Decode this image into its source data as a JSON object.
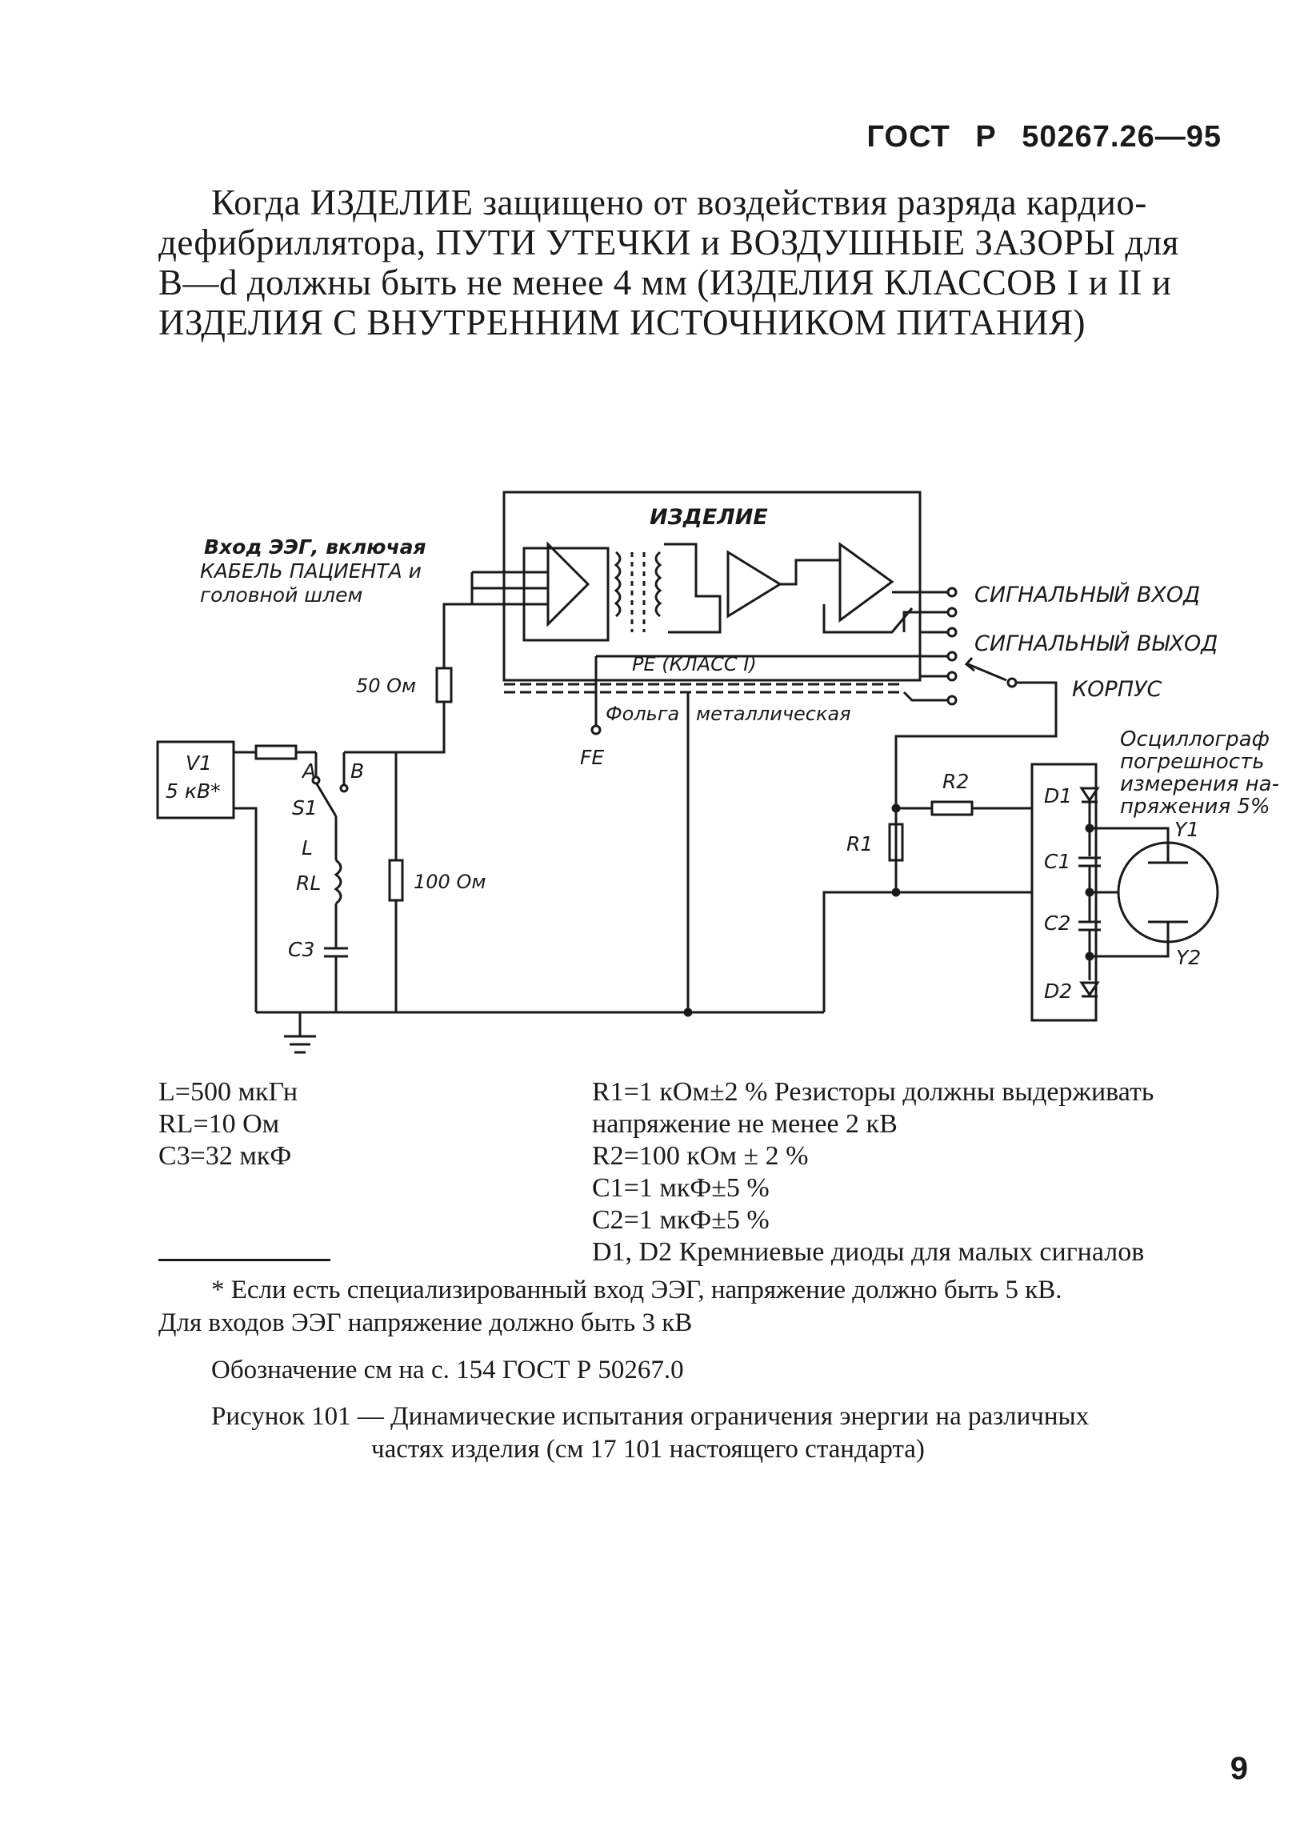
{
  "header": {
    "standard": "ГОСТ  Р  50267.26—95"
  },
  "intro": {
    "line1": "Когда ИЗДЕЛИЕ защищено от воздействия разряда кардио-",
    "line2": "дефибриллятора, ПУТИ УТЕЧКИ и ВОЗДУШНЫЕ ЗАЗОРЫ для",
    "line3": "B—d должны быть не менее 4 мм (ИЗДЕЛИЯ КЛАССОВ I и II и",
    "line4": "ИЗДЕЛИЯ С ВНУТРЕННИМ ИСТОЧНИКОМ ПИТАНИЯ)"
  },
  "diagram": {
    "device_label": "ИЗДЕЛИЕ",
    "eeg_input_line1": "Вход ЭЭГ, включая",
    "eeg_input_line2": "КАБЕЛЬ ПАЦИЕНТА и",
    "eeg_input_line3": "головной шлем",
    "r50_label": "50 Ом",
    "r100_label": "100 Ом",
    "source_line1": "V1",
    "source_line2": "5 кВ*",
    "node_a": "A",
    "node_b": "B",
    "switch_label": "S1",
    "inductor_label": "L",
    "rl_label": "RL",
    "c3_label": "C3",
    "pe_label": "PE (КЛАСС I)",
    "fe_label": "FE",
    "foil_word1": "Фольга",
    "foil_word2": "металлическая",
    "signal_input": "СИГНАЛЬНЫЙ ВХОД",
    "signal_output": "СИГНАЛЬНЫЙ ВЫХОД",
    "enclosure": "КОРПУС",
    "osc_line1": "Осциллограф",
    "osc_line2": "погрешность",
    "osc_line3": "измерения на-",
    "osc_line4": "пряжения 5%",
    "r1_label": "R1",
    "r2_label": "R2",
    "d1_label": "D1",
    "d2_label": "D2",
    "c1_label": "C1",
    "c2_label": "C2",
    "y1_label": "Y1",
    "y2_label": "Y2"
  },
  "legend_left": {
    "l": "L=500 мкГн",
    "rl": "RL=10 Ом",
    "c3": "C3=32 мкФ"
  },
  "legend_right": {
    "r1": "R1=1 кОм±2 % Резисторы должны выдерживать напряжение не менее 2 кВ",
    "r2": "R2=100 кОм ± 2 %",
    "c1": "C1=1 мкФ±5 %",
    "c2": "C2=1 мкФ±5 %",
    "d": "D1, D2 Кремниевые диоды для малых сигналов"
  },
  "footnote": {
    "line1": "* Если есть специализированный вход ЭЭГ, напряжение должно быть 5 кВ.",
    "line2": "Для входов ЭЭГ напряжение должно быть 3 кВ"
  },
  "designation": "Обозначение см на с. 154 ГОСТ Р 50267.0",
  "caption": {
    "line1": "Рисунок 101 — Динамические испытания ограничения энергии на различных",
    "line2": "частях изделия (см 17 101 настоящего стандарта)"
  },
  "page_number": "9"
}
